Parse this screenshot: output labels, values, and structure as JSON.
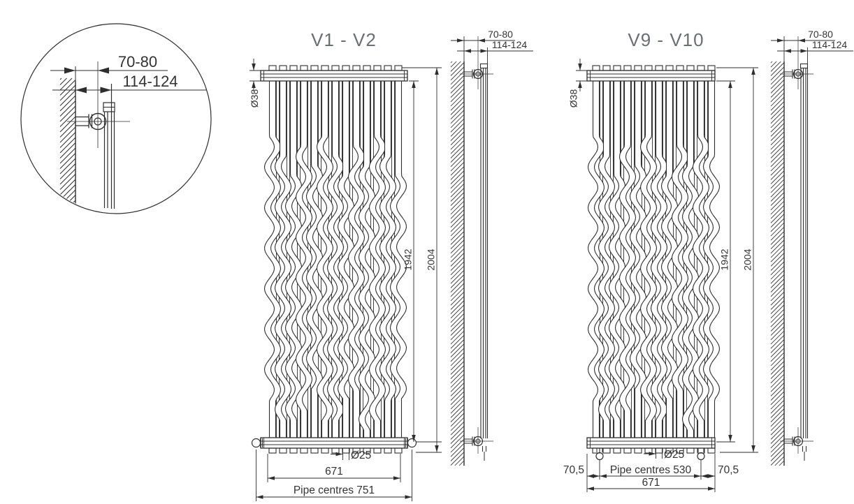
{
  "colors": {
    "line": "#2e2e2e",
    "title_text": "#6b6f74",
    "dim_text": "#333333",
    "background": "#ffffff"
  },
  "detail": {
    "dim_wall_to_pipe": "70-80",
    "dim_wall_to_front": "114-124"
  },
  "v1v2": {
    "title": "V1 - V2",
    "dia_header": "Ø38",
    "dia_tube": "Ø25",
    "height_tubes": "1942",
    "height_total": "2004",
    "width_tubes": "671",
    "pipe_centres": "Pipe centres 751"
  },
  "v9v10": {
    "title": "V9 - V10",
    "dia_header": "Ø38",
    "dia_tube": "Ø25",
    "height_tubes": "1942",
    "height_total": "2004",
    "offset_left": "70,5",
    "pipe_centres": "Pipe centres 530",
    "offset_right": "70,5",
    "width_total": "671"
  },
  "side_view": {
    "dim_wall_to_pipe": "70-80",
    "dim_wall_to_front": "114-124"
  }
}
